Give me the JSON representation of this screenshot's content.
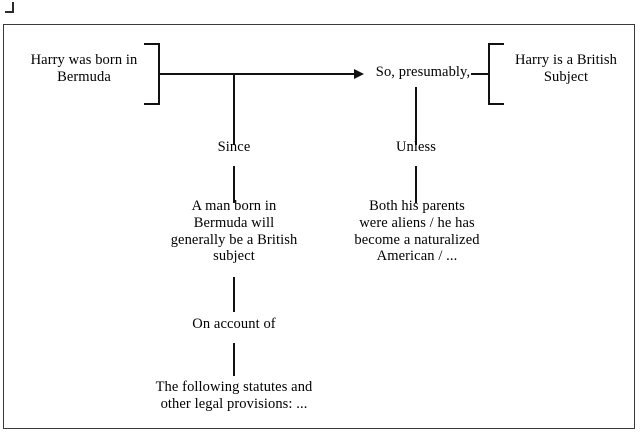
{
  "diagram": {
    "type": "toulmin-argument-model",
    "nodes": {
      "datum": "Harry was born in\nBermuda",
      "qualifier": "So, presumably,",
      "claim": "Harry is a British\nSubject",
      "since_label": "Since",
      "warrant": "A man born in\nBermuda will\ngenerally be a British\nsubject",
      "unless_label": "Unless",
      "rebuttal": "Both his parents\nwere aliens / he has\nbecome a naturalized\nAmerican / ...",
      "on_account_of_label": "On account of",
      "backing": "The following statutes and\nother legal provisions: ..."
    },
    "colors": {
      "ink": "#111111",
      "frame": "#3a3a3a",
      "background": "#ffffff"
    }
  }
}
